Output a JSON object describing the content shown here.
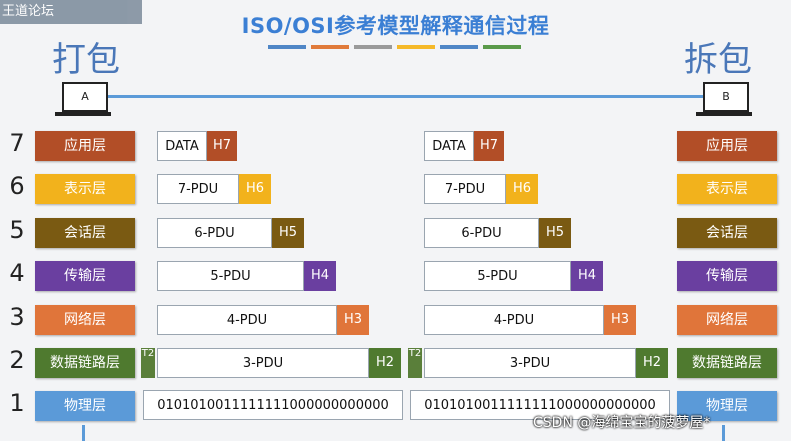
{
  "watermark": "王道论坛",
  "title": "ISO/OSI参考模型解释通信过程",
  "title_bars": [
    "#4f86c6",
    "#e07a3a",
    "#9a9a9a",
    "#f5b929",
    "#4f86c6",
    "#5a9a4a"
  ],
  "left_label": "打包",
  "right_label": "拆包",
  "host_a": "A",
  "host_b": "B",
  "layers": [
    {
      "num": "7",
      "name": "应用层",
      "color": "#b24e27"
    },
    {
      "num": "6",
      "name": "表示层",
      "color": "#f2b21c"
    },
    {
      "num": "5",
      "name": "会话层",
      "color": "#7a5a12"
    },
    {
      "num": "4",
      "name": "传输层",
      "color": "#6a3fa0"
    },
    {
      "num": "3",
      "name": "网络层",
      "color": "#e0753a"
    },
    {
      "num": "2",
      "name": "数据链路层",
      "color": "#4f7a2f"
    },
    {
      "num": "1",
      "name": "物理层",
      "color": "#5b9ad8"
    }
  ],
  "left_stack": [
    {
      "data": "DATA",
      "header": "H7",
      "hcolor": "#b24e27"
    },
    {
      "data": "7-PDU",
      "header": "H6",
      "hcolor": "#f2b21c"
    },
    {
      "data": "6-PDU",
      "header": "H5",
      "hcolor": "#7a5a12"
    },
    {
      "data": "5-PDU",
      "header": "H4",
      "hcolor": "#6a3fa0"
    },
    {
      "data": "4-PDU",
      "header": "H3",
      "hcolor": "#e0753a"
    },
    {
      "data": "3-PDU",
      "header": "H2",
      "hcolor": "#4f7a2f",
      "trailer": "T2"
    },
    {
      "data": "0101010011111111000000000000"
    }
  ],
  "right_stack": [
    {
      "data": "DATA",
      "header": "H7",
      "hcolor": "#b24e27"
    },
    {
      "data": "7-PDU",
      "header": "H6",
      "hcolor": "#f2b21c"
    },
    {
      "data": "6-PDU",
      "header": "H5",
      "hcolor": "#7a5a12"
    },
    {
      "data": "5-PDU",
      "header": "H4",
      "hcolor": "#6a3fa0"
    },
    {
      "data": "4-PDU",
      "header": "H3",
      "hcolor": "#e0753a"
    },
    {
      "data": "3-PDU",
      "header": "H2",
      "hcolor": "#4f7a2f",
      "trailer": "T2"
    },
    {
      "data": "0101010011111111000000000000"
    }
  ],
  "csdn_watermark": "CSDN @海绵宝宝的菠萝屋*"
}
